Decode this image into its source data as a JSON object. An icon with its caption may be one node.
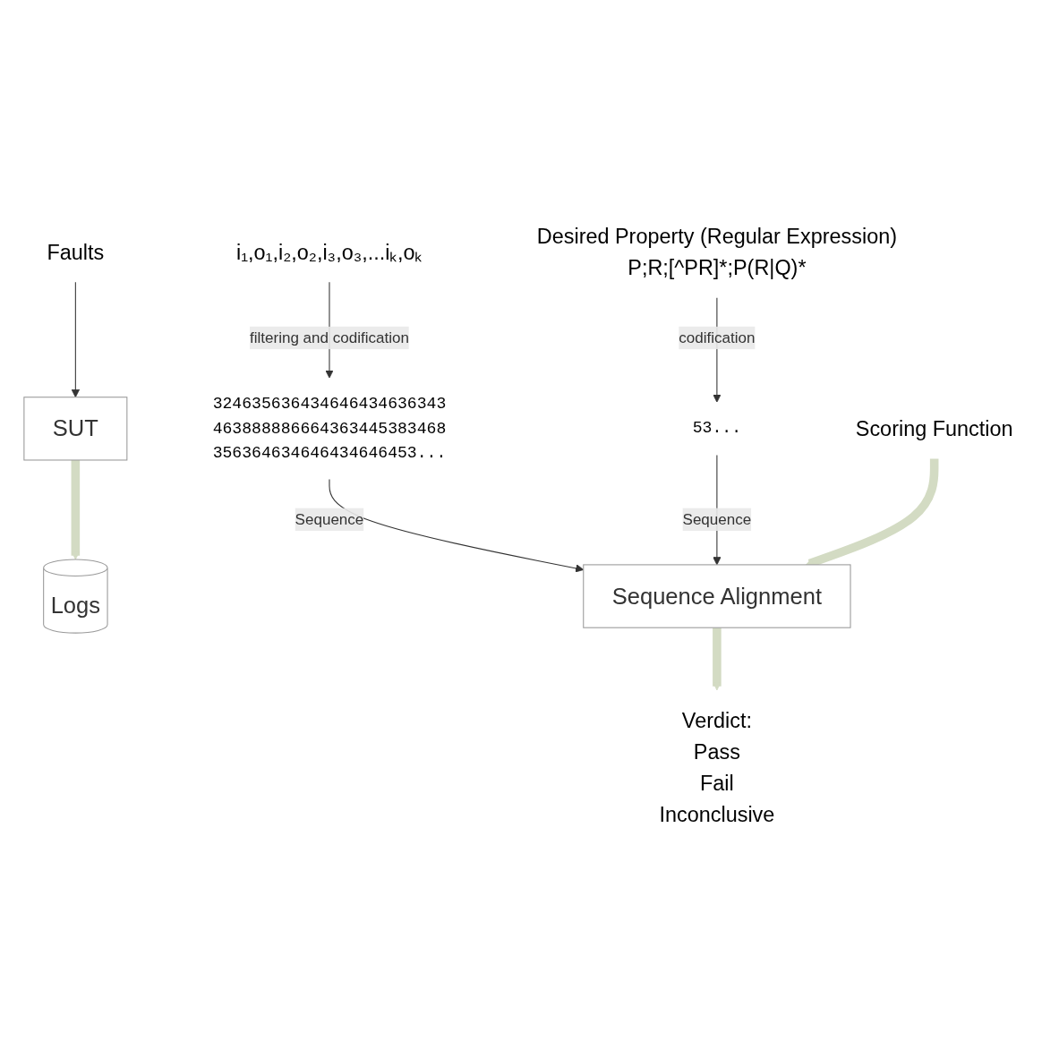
{
  "diagram": {
    "nodes": [
      {
        "text": [
          "Faults"
        ]
      },
      {
        "text": [
          "SUT"
        ]
      },
      {
        "text": [
          "Logs"
        ]
      },
      {
        "text": [
          "i₁,o₁,i₂,o₂,i₃,o₃,...iₖ,oₖ"
        ]
      },
      {
        "text": [
          "324635636434646434636343 463888886664363445383468 356364634646434646453..."
        ]
      },
      {
        "text": [
          "Desired Property (Regular Expression)",
          "P;R;[^PR]*;P(R|Q)*"
        ]
      },
      {
        "text": [
          "53..."
        ]
      },
      {
        "text": [
          "Sequence Alignment"
        ]
      },
      {
        "text": [
          "Scoring Function"
        ]
      },
      {
        "text": [
          "Verdict:",
          "Pass",
          "Fail",
          "Inconclusive"
        ]
      }
    ],
    "edges": [
      {
        "from": 0,
        "to": 1,
        "arrow": "to"
      },
      {
        "from": 1,
        "to": 2,
        "arrow": "to",
        "style": "thick",
        "color": "#d3dbc3"
      },
      {
        "from": 3,
        "to": 4,
        "arrow": "to",
        "label": "filtering and codification"
      },
      {
        "from": 5,
        "to": 6,
        "arrow": "to",
        "label": "codification"
      },
      {
        "from": 4,
        "to": 7,
        "arrow": "to",
        "label": "Sequence"
      },
      {
        "from": 6,
        "to": 7,
        "arrow": "to",
        "label": "Sequence"
      },
      {
        "from": 8,
        "to": 7,
        "arrow": "to",
        "style": "thick",
        "color": "#d3dbc3"
      },
      {
        "from": 7,
        "to": 9,
        "arrow": "to",
        "style": "thick",
        "color": "#d3dbc3"
      }
    ]
  }
}
